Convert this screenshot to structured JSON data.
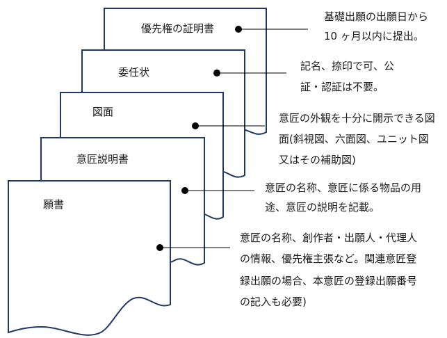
{
  "documents": [
    {
      "title": "優先権の証明書",
      "note_lines": [
        "基礎出願の出願日から",
        "10 ヶ月以内に提出。"
      ]
    },
    {
      "title": "委任状",
      "note_lines": [
        "記名、捺印で可、公",
        "証・認証は不要。"
      ]
    },
    {
      "title": "図面",
      "note_lines": [
        "意匠の外観を十分に開示できる図",
        "面(斜視図、六面図、ユニット図",
        "又はその補助図)"
      ]
    },
    {
      "title": "意匠説明書",
      "note_lines": [
        "意匠の名称、意匠に係る物品の用",
        "途、意匠の説明を記載。"
      ]
    },
    {
      "title": "願書",
      "note_lines": [
        "意匠の名称、創作者・出願人・代理人",
        "の情報、優先権主張など。関連意匠登",
        "録出願の場合、本意匠の登録出願番号",
        "の記入も必要)"
      ]
    }
  ],
  "colors": {
    "doc_border": "#1f3864",
    "leader_line": "#000000",
    "text": "#1a1a1a"
  }
}
